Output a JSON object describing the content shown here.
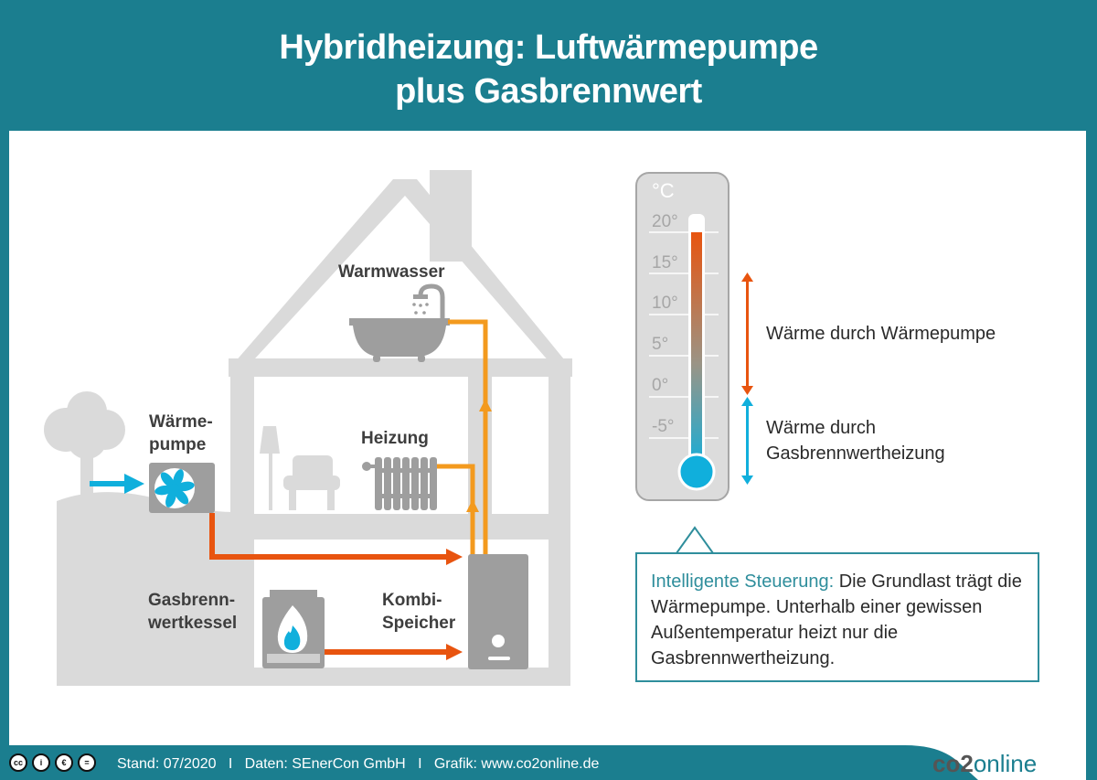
{
  "header": {
    "title_line1": "Hybridheizung: Luftwärmepumpe",
    "title_line2": "plus Gasbrennwert"
  },
  "house": {
    "labels": {
      "warmwasser": "Warmwasser",
      "heizung": "Heizung",
      "waermepumpe_line1": "Wärme-",
      "waermepumpe_line2": "pumpe",
      "gaskessel_line1": "Gasbrenn-",
      "gaskessel_line2": "wertkessel",
      "speicher_line1": "Kombi-",
      "speicher_line2": "Speicher"
    },
    "icons": [
      "tree-icon",
      "fan-icon",
      "bathtub-icon",
      "shower-icon",
      "radiator-icon",
      "armchair-icon",
      "floor-lamp-icon",
      "flame-icon",
      "storage-tank-icon"
    ]
  },
  "thermometer": {
    "unit": "°C",
    "ticks": [
      "20°",
      "15°",
      "10°",
      "5°",
      "0°",
      "-5°"
    ],
    "colors": {
      "warm": "#e8540f",
      "cold": "#10afdc"
    }
  },
  "legend": {
    "heatpump": "Wärme durch Wärmepumpe",
    "gas_line1": "Wärme durch",
    "gas_line2": "Gasbrennwertheizung"
  },
  "callout": {
    "highlight": "Intelligente Steuerung:",
    "text": " Die Grundlast trägt die Wärmepumpe. Unterhalb einer gewissen Außentemperatur heizt nur die Gasbrennwertheizung."
  },
  "footer": {
    "license_icons": [
      "cc-icon",
      "by-icon",
      "nc-icon",
      "nd-icon"
    ],
    "credits": "Stand: 07/2020   I   Daten: SEnerCon GmbH   I   Grafik: www.co2online.de",
    "logo_part1": "co2",
    "logo_part2": "online"
  },
  "colors": {
    "teal": "#1b7e8f",
    "accent_teal": "#2f8e9c",
    "orange_dark": "#e8540f",
    "orange_light": "#f39a1e",
    "blue": "#10afdc",
    "house_gray": "#dadada",
    "device_gray": "#9e9e9e"
  }
}
